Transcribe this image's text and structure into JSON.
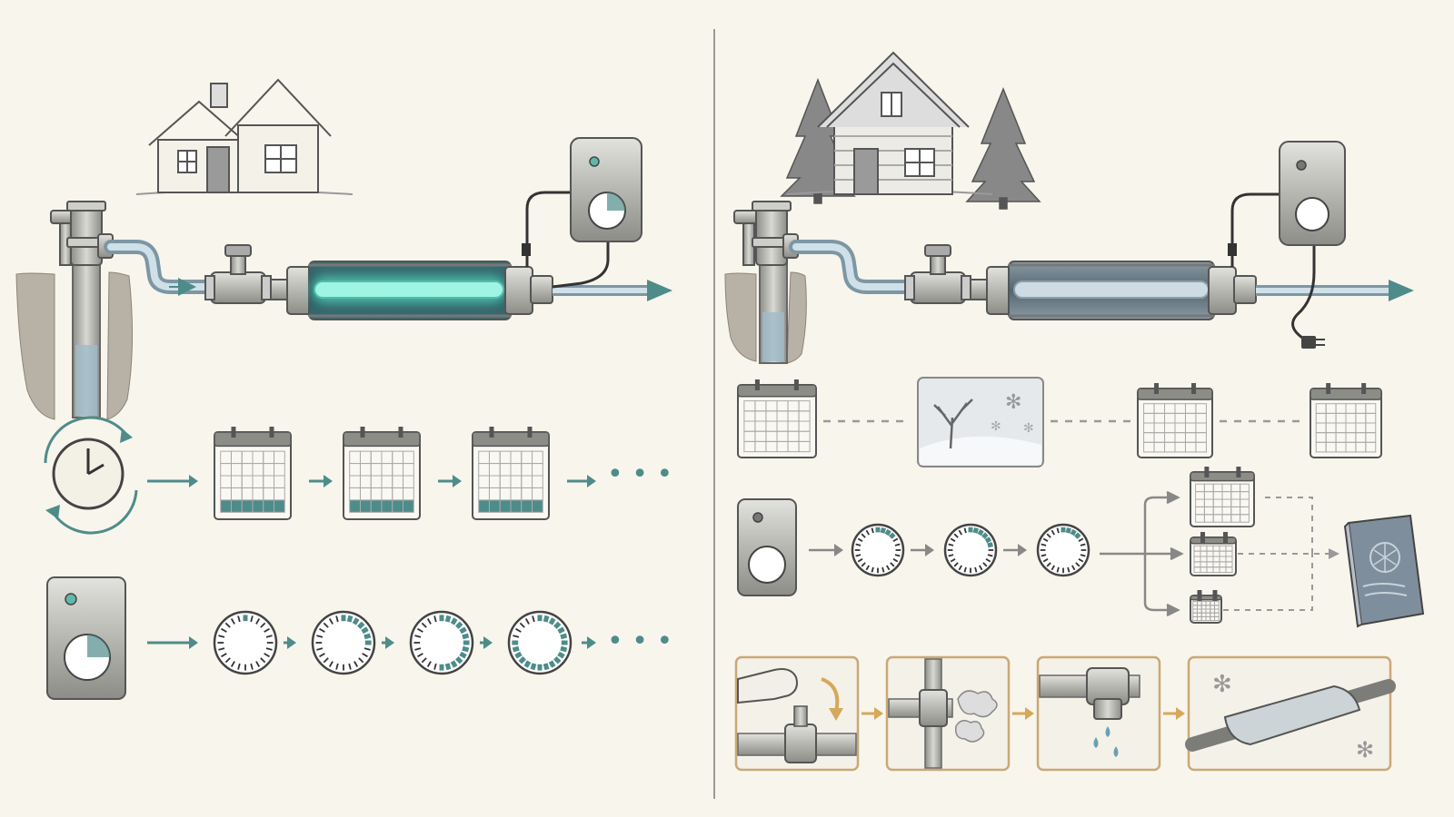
{
  "colors": {
    "background": "#f8f5ec",
    "ink": "#4a4a4a",
    "metal": "#b7b7b2",
    "metal_dark": "#8d8d88",
    "teal": "#4e8c8a",
    "teal_glow": "#5fe0c8",
    "water": "#8fb3c4",
    "soil": "#9a958c",
    "tan_frame": "#c9a878",
    "arrow_tan": "#d6a85a",
    "arrow_gray": "#888888",
    "frost": "#dfe3e6",
    "book": "#8c9aa8"
  },
  "icons": {
    "house": "house-icon",
    "cabin": "cabin-icon",
    "tree": "pine-tree-icon",
    "clock": "clock-icon",
    "calendar": "calendar-icon",
    "controller": "uv-controller-icon",
    "dial": "timer-dial-icon",
    "winter": "bare-tree-snow-icon",
    "manual": "manual-book-icon",
    "valve": "shutoff-valve-icon",
    "drain": "drain-pipe-icon",
    "faucet": "dripping-faucet-icon",
    "insulation": "pipe-insulation-icon",
    "plug": "power-plug-icon",
    "ellipsis": "ellipsis-icon"
  },
  "left_panel": {
    "lamp_state": "on",
    "timeline_calendars": 3,
    "dial_levels": [
      0.05,
      0.3,
      0.55,
      0.8
    ]
  },
  "right_panel": {
    "lamp_state": "off",
    "dial_levels": [
      0.15,
      0.25,
      0.15
    ]
  }
}
